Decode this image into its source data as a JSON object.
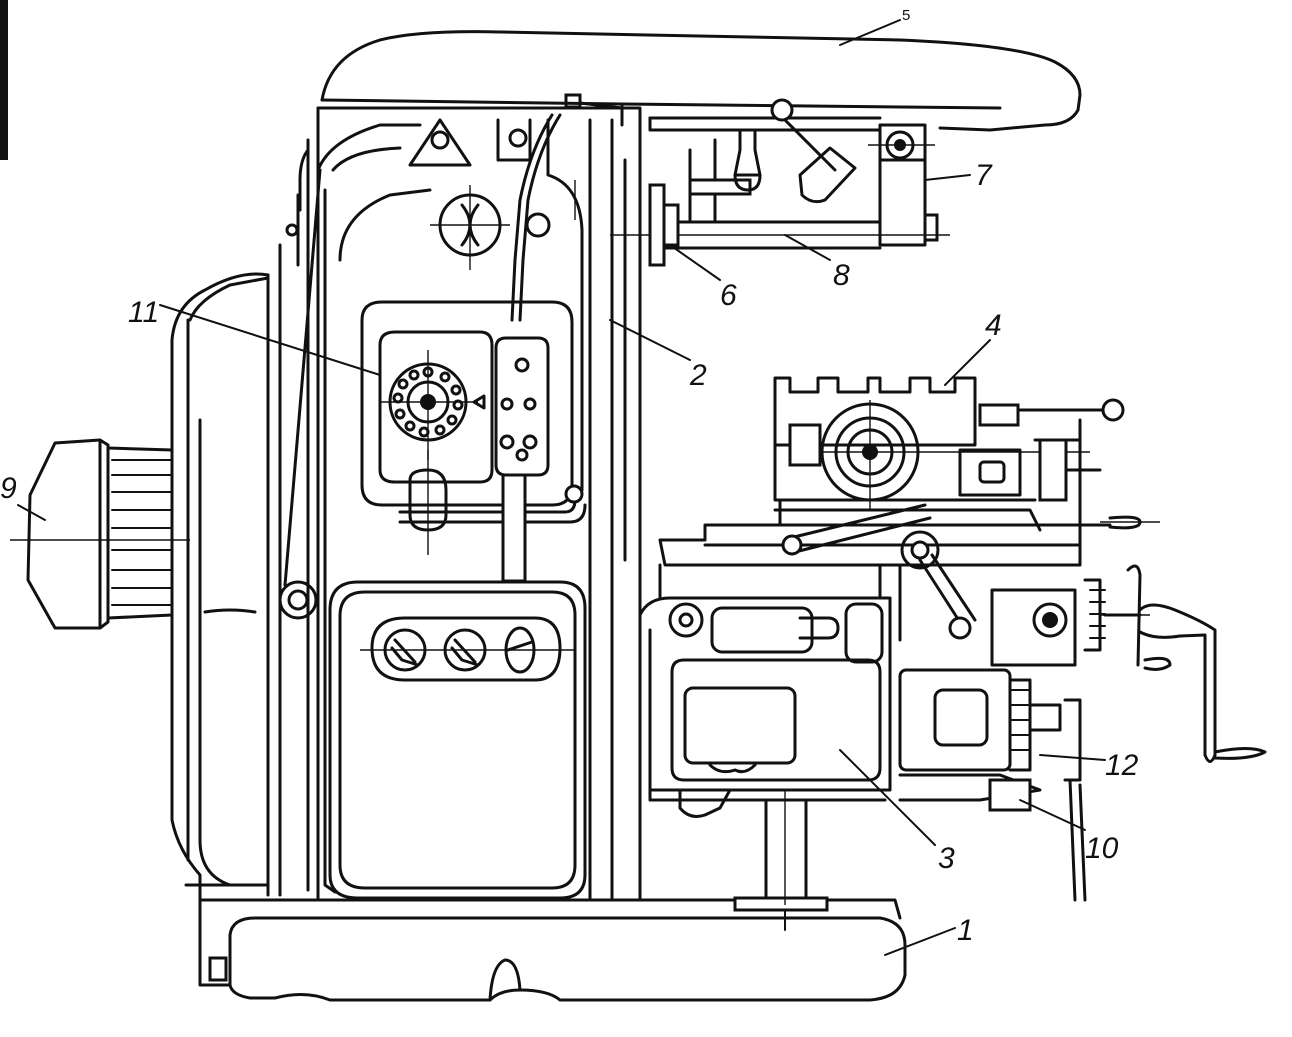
{
  "labels": {
    "base": "1",
    "column": "2",
    "knee": "3",
    "table": "4",
    "overarm": "5",
    "spindle": "6",
    "arbor_support": "7",
    "arbor": "8",
    "motor": "9",
    "knee_elevating_screw": "10",
    "speed_selector": "11",
    "feed_handwheel": "12"
  }
}
